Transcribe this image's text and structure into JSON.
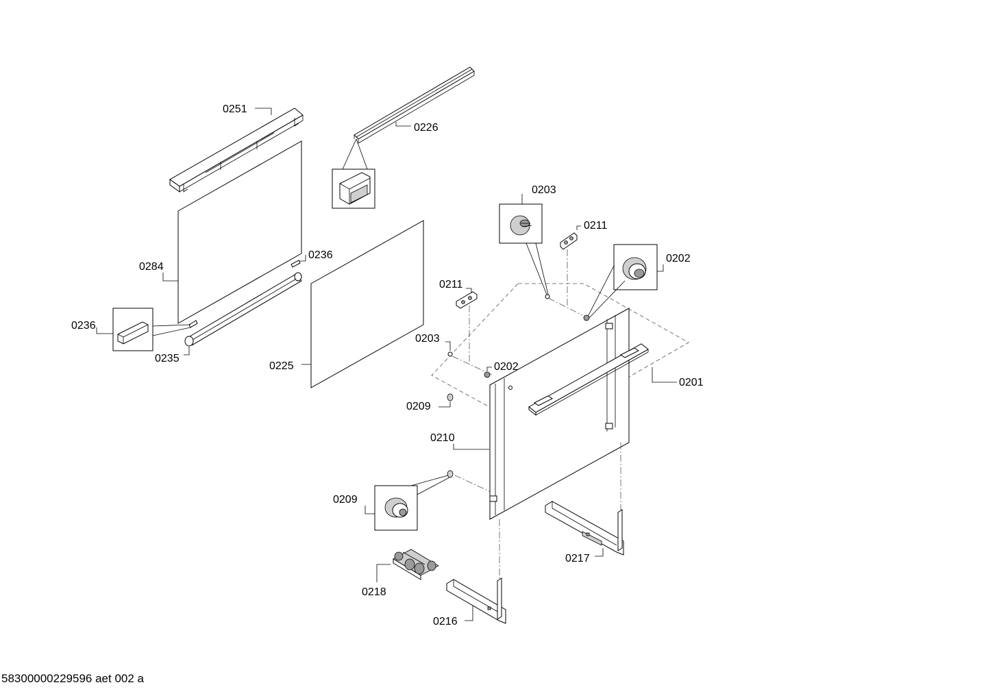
{
  "footer": {
    "drawing_id": "58300000229596 aet 002 a"
  },
  "labels": {
    "p0251": "0251",
    "p0226": "0226",
    "p0284": "0284",
    "p0236a": "0236",
    "p0236b": "0236",
    "p0235": "0235",
    "p0225": "0225",
    "p0203a": "0203",
    "p0203b": "0203",
    "p0211a": "0211",
    "p0211b": "0211",
    "p0202a": "0202",
    "p0202b": "0202",
    "p0201": "0201",
    "p0209a": "0209",
    "p0209b": "0209",
    "p0210": "0210",
    "p0217": "0217",
    "p0218": "0218",
    "p0216": "0216"
  }
}
